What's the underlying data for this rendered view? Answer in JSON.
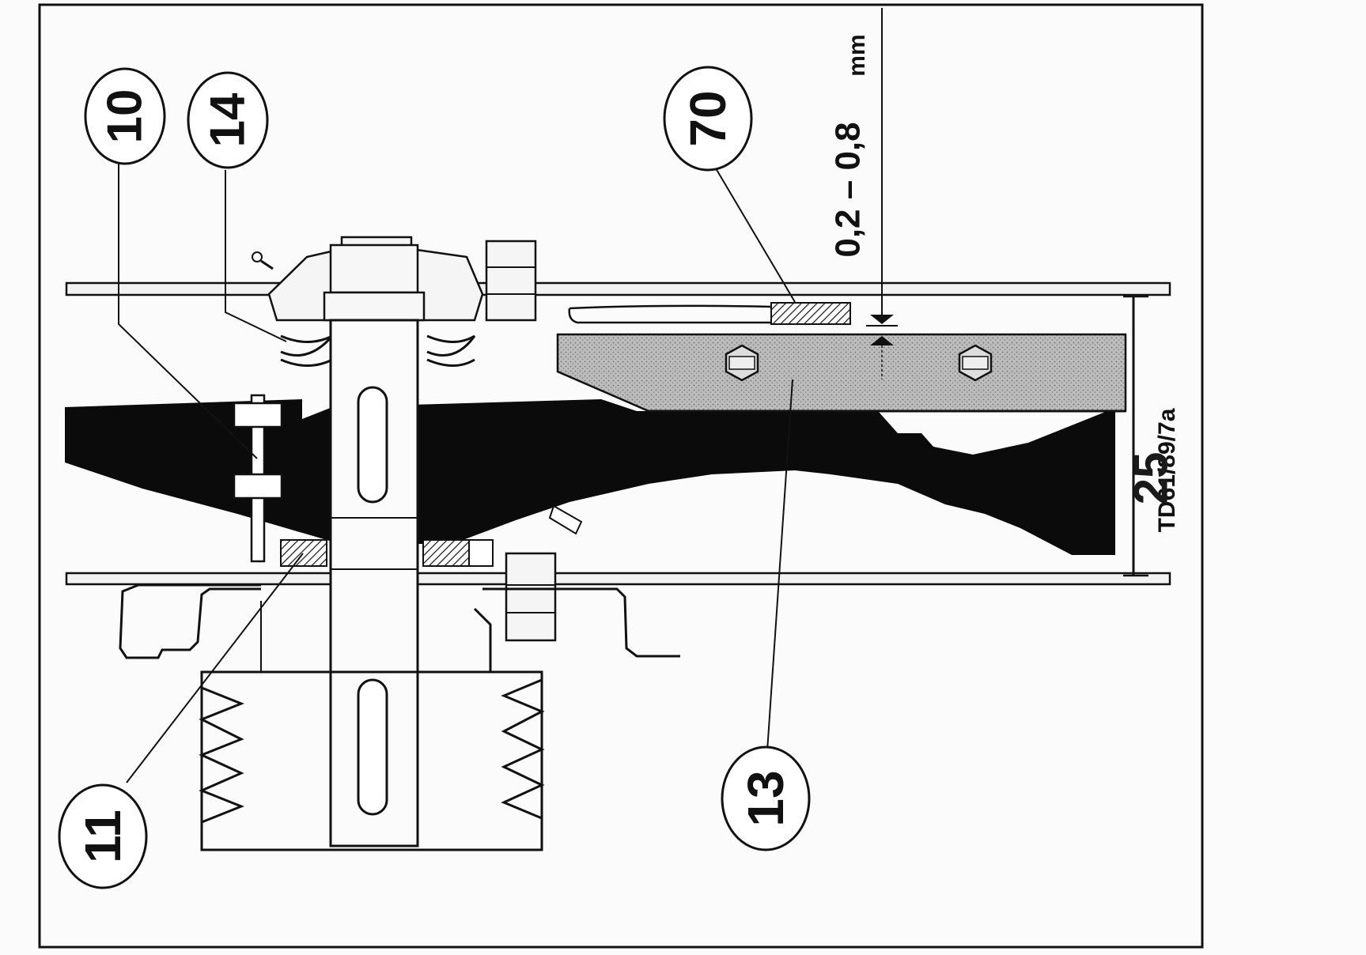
{
  "figure": {
    "callouts": [
      {
        "id": "10",
        "label": "10"
      },
      {
        "id": "14",
        "label": "14"
      },
      {
        "id": "70",
        "label": "70"
      },
      {
        "id": "11",
        "label": "11"
      },
      {
        "id": "13",
        "label": "13"
      }
    ],
    "dimension": "0,2 – 0,8",
    "dimension_unit": "mm",
    "drawing_reference": "TD61/89/7a"
  },
  "page_number": "25"
}
